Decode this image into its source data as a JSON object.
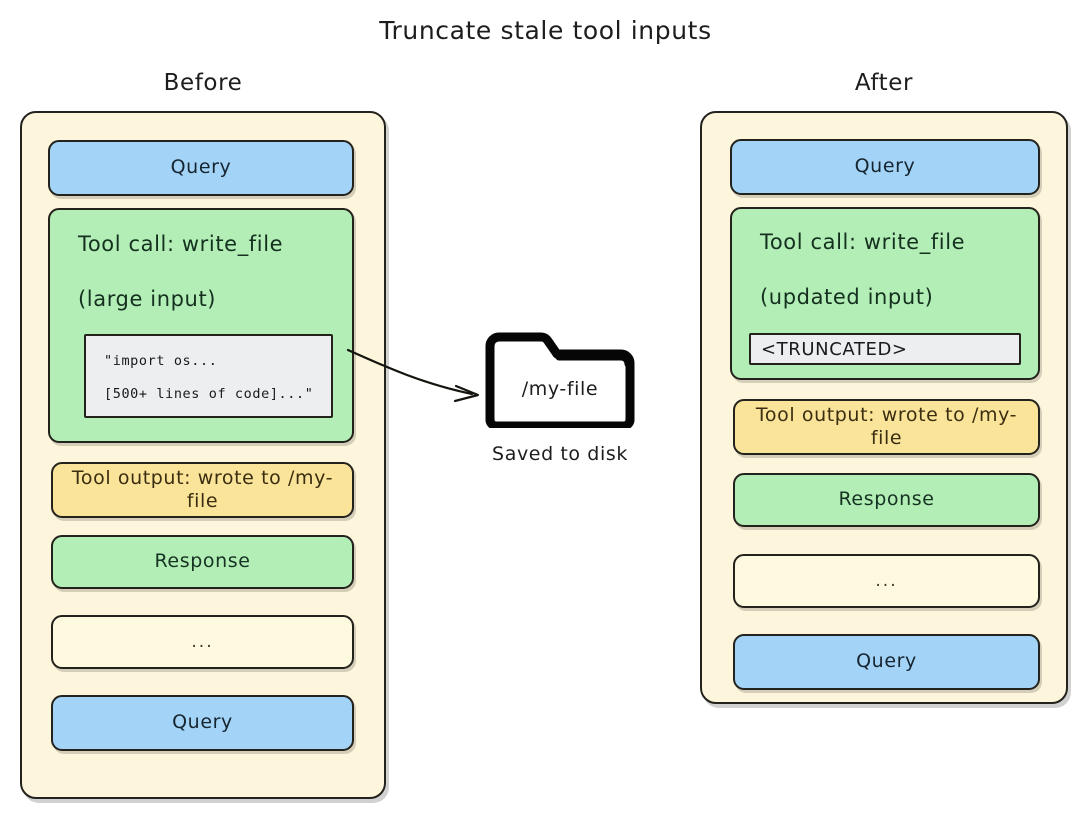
{
  "title": "Truncate stale tool inputs",
  "columns": {
    "before": {
      "heading": "Before",
      "items": {
        "query_top": "Query",
        "toolcall_line1": "Tool call: write_file",
        "toolcall_line2": "(large input)",
        "code_line1": "\"import os...",
        "code_line2": "[500+ lines of code]...\"",
        "tool_output": "Tool output: wrote to /my-file",
        "response": "Response",
        "ellipsis": "...",
        "query_bottom": "Query"
      }
    },
    "after": {
      "heading": "After",
      "items": {
        "query_top": "Query",
        "toolcall_line1": "Tool call: write_file",
        "toolcall_line2": "(updated input)",
        "truncated": "<TRUNCATED>",
        "tool_output": "Tool output: wrote to /my-file",
        "response": "Response",
        "ellipsis": "...",
        "query_bottom": "Query"
      }
    }
  },
  "storage": {
    "folder_label": "/my-file",
    "caption": "Saved to disk",
    "icon": "folder-icon"
  },
  "arrow": {
    "icon": "arrow-right-icon"
  },
  "colors": {
    "query": "#a3d4f7",
    "tool_call": "#b2eeb6",
    "tool_output": "#fae49a",
    "response": "#b2eeb6",
    "ellipsis": "#fdfae0",
    "container": "#fdf6dc",
    "code_panel": "#eceef0",
    "stroke": "#24221d"
  }
}
